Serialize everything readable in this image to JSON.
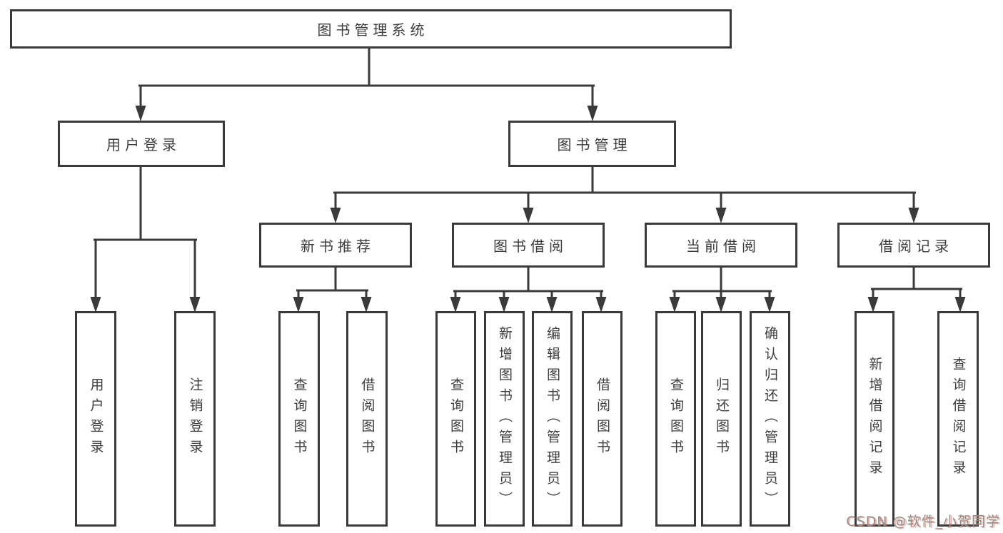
{
  "diagram_title": "图书管理系统",
  "tree": {
    "root": {
      "label": "图书管理系统"
    },
    "branches": [
      {
        "label": "用户登录",
        "children": [
          {
            "label": "用户登录"
          },
          {
            "label": "注销登录"
          }
        ]
      },
      {
        "label": "图书管理",
        "children": [
          {
            "label": "新书推荐",
            "children": [
              {
                "label": "查询图书"
              },
              {
                "label": "借阅图书"
              }
            ]
          },
          {
            "label": "图书借阅",
            "children": [
              {
                "label": "查询图书"
              },
              {
                "label": "新增图书（管理员）"
              },
              {
                "label": "编辑图书（管理员）"
              },
              {
                "label": "借阅图书"
              }
            ]
          },
          {
            "label": "当前借阅",
            "children": [
              {
                "label": "查询图书"
              },
              {
                "label": "归还图书"
              },
              {
                "label": "确认归还（管理员）"
              }
            ]
          },
          {
            "label": "借阅记录",
            "children": [
              {
                "label": "新增借阅记录"
              },
              {
                "label": "查询借阅记录"
              }
            ]
          }
        ]
      }
    ]
  },
  "watermark": {
    "text": "CSDN @软件_小贺同学"
  },
  "colors": {
    "line": "#3a3a3a",
    "text": "#3d3d3d",
    "background": "#ffffff",
    "watermark": "#8f8f8f"
  }
}
